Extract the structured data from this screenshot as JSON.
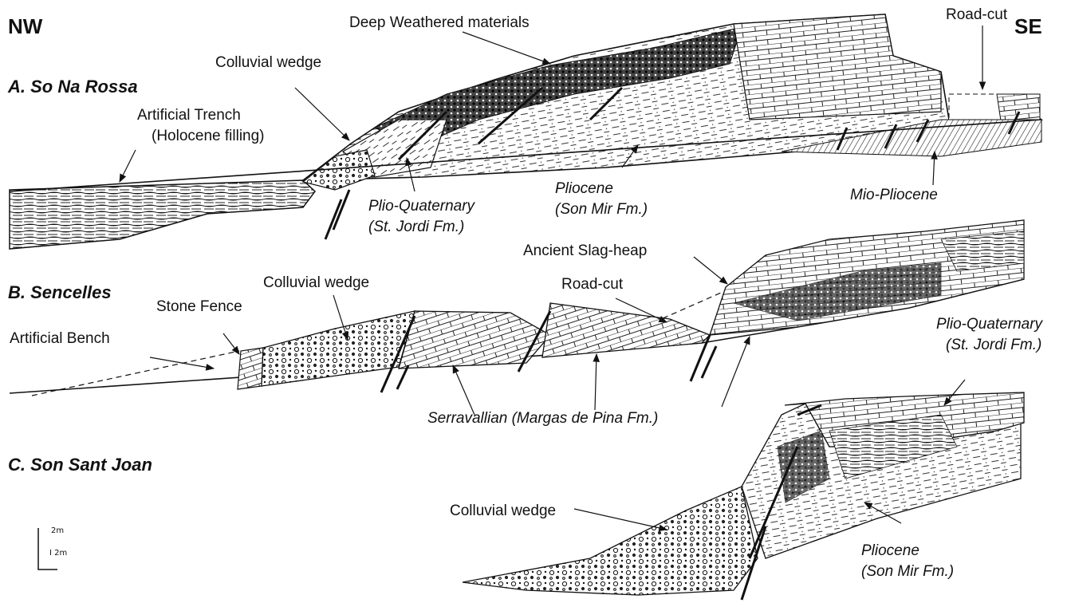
{
  "orientation": {
    "left": "NW",
    "right": "SE"
  },
  "sections": [
    {
      "id": "a",
      "title": "A. So Na Rossa"
    },
    {
      "id": "b",
      "title": "B. Sencelles"
    },
    {
      "id": "c",
      "title": "C. Son Sant Joan"
    }
  ],
  "labels": {
    "deep_weathered": "Deep Weathered materials",
    "road_cut_a": "Road-cut",
    "colluvial_wedge_a": "Colluvial wedge",
    "artificial_trench_1": "Artificial Trench",
    "artificial_trench_2": "(Holocene filling)",
    "plio_quaternary_a_1": "Plio-Quaternary",
    "plio_quaternary_a_2": "(St. Jordi Fm.)",
    "pliocene_a_1": "Pliocene",
    "pliocene_a_2": "(Son Mir Fm.)",
    "mio_pliocene": "Mio-Pliocene",
    "ancient_slag_heap": "Ancient Slag-heap",
    "colluvial_wedge_b": "Colluvial wedge",
    "road_cut_b": "Road-cut",
    "stone_fence": "Stone Fence",
    "artificial_bench": "Artificial Bench",
    "serravallian": "Serravallian (Margas de Pina Fm.)",
    "plio_quaternary_c_1": "Plio-Quaternary",
    "plio_quaternary_c_2": "(St. Jordi Fm.)",
    "colluvial_wedge_c": "Colluvial wedge",
    "pliocene_c_1": "Pliocene",
    "pliocene_c_2": "(Son Mir  Fm.)"
  },
  "scale_bar": {
    "vertical": "2m",
    "horizontal": "2m"
  },
  "colors": {
    "ink": "#111111",
    "background": "#ffffff"
  }
}
